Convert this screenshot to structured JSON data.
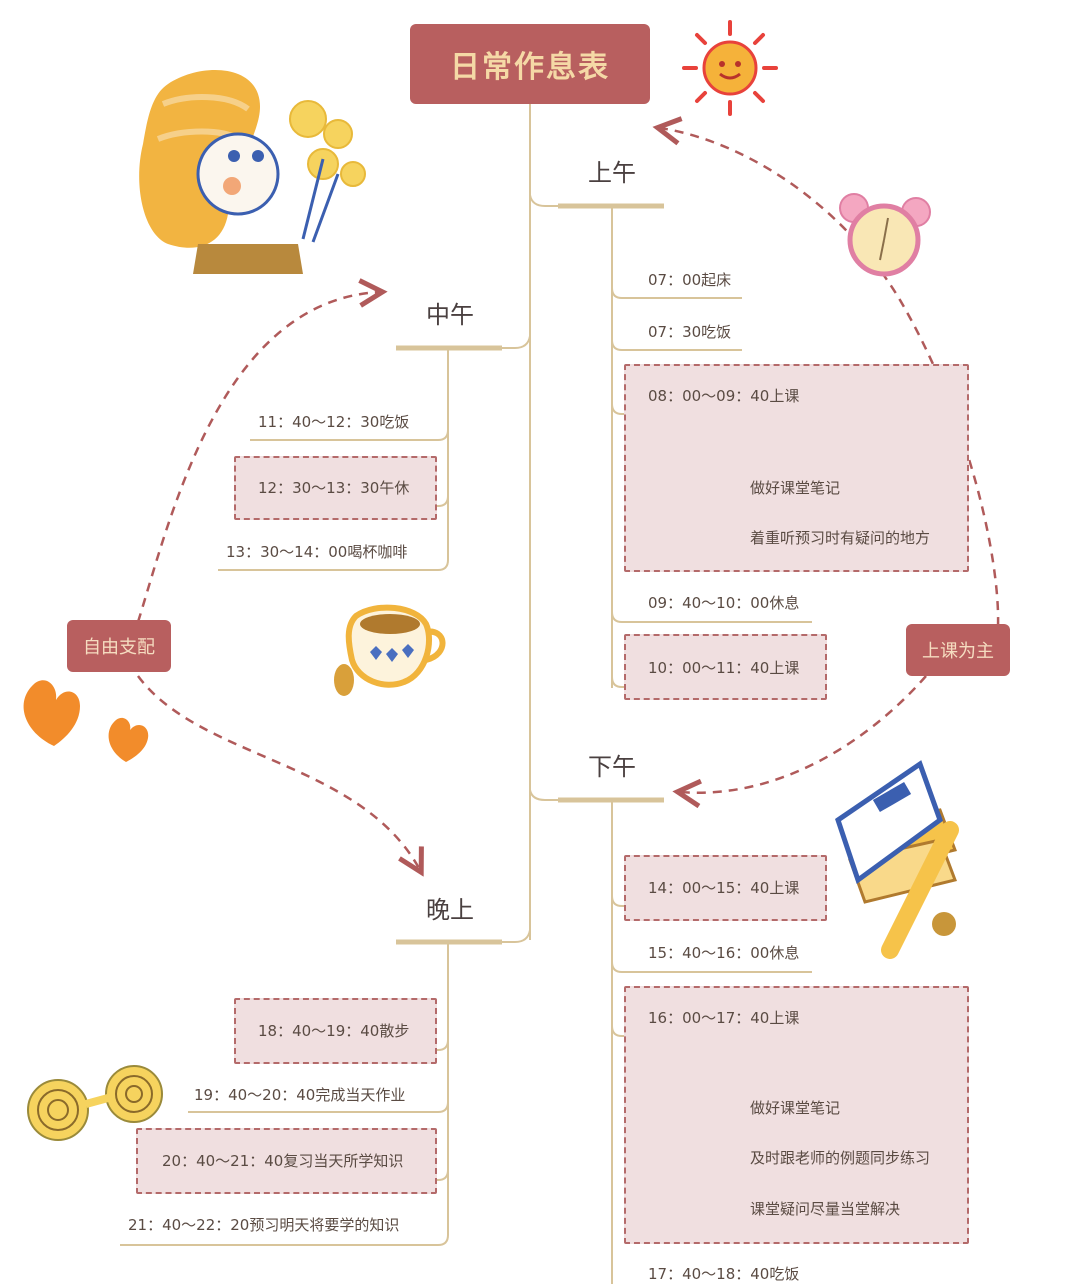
{
  "title": "日常作息表",
  "sections": {
    "morning": {
      "label": "上午",
      "items": [
        "07：00起床",
        "07：30吃饭",
        "08：00～09：40上课",
        "09：40～10：00休息",
        "10：00～11：40上课"
      ],
      "sub_items": [
        "做好课堂笔记",
        "着重听预习时有疑问的地方"
      ]
    },
    "noon": {
      "label": "中午",
      "items": [
        "11：40～12：30吃饭",
        "12：30～13：30午休",
        "13：30～14：00喝杯咖啡"
      ]
    },
    "afternoon": {
      "label": "下午",
      "items": [
        "14：00～15：40上课",
        "15：40～16：00休息",
        "16：00～17：40上课",
        "17：40～18：40吃饭"
      ],
      "sub_items": [
        "做好课堂笔记",
        "及时跟老师的例题同步练习",
        "课堂疑问尽量当堂解决"
      ]
    },
    "evening": {
      "label": "晚上",
      "items": [
        "18：40～19：40散步",
        "19：40～20：40完成当天作业",
        "20：40～21：40复习当天所学知识",
        "21：40～22：20预习明天将要学的知识"
      ]
    }
  },
  "tags": {
    "free": "自由支配",
    "class": "上课为主"
  },
  "colors": {
    "title_bg": "#b85f5f",
    "title_text": "#f5d9a6",
    "branch_line": "#d8c49a",
    "highlight_bg": "#f0dfe0",
    "highlight_border": "#b46a6a",
    "arrow": "#b05a5a"
  },
  "icons": [
    "girl-with-flowers-illustration",
    "sun-icon",
    "alarm-clock-icon",
    "coffee-cup-icon",
    "hearts-icon",
    "books-icon",
    "glasses-icon"
  ]
}
